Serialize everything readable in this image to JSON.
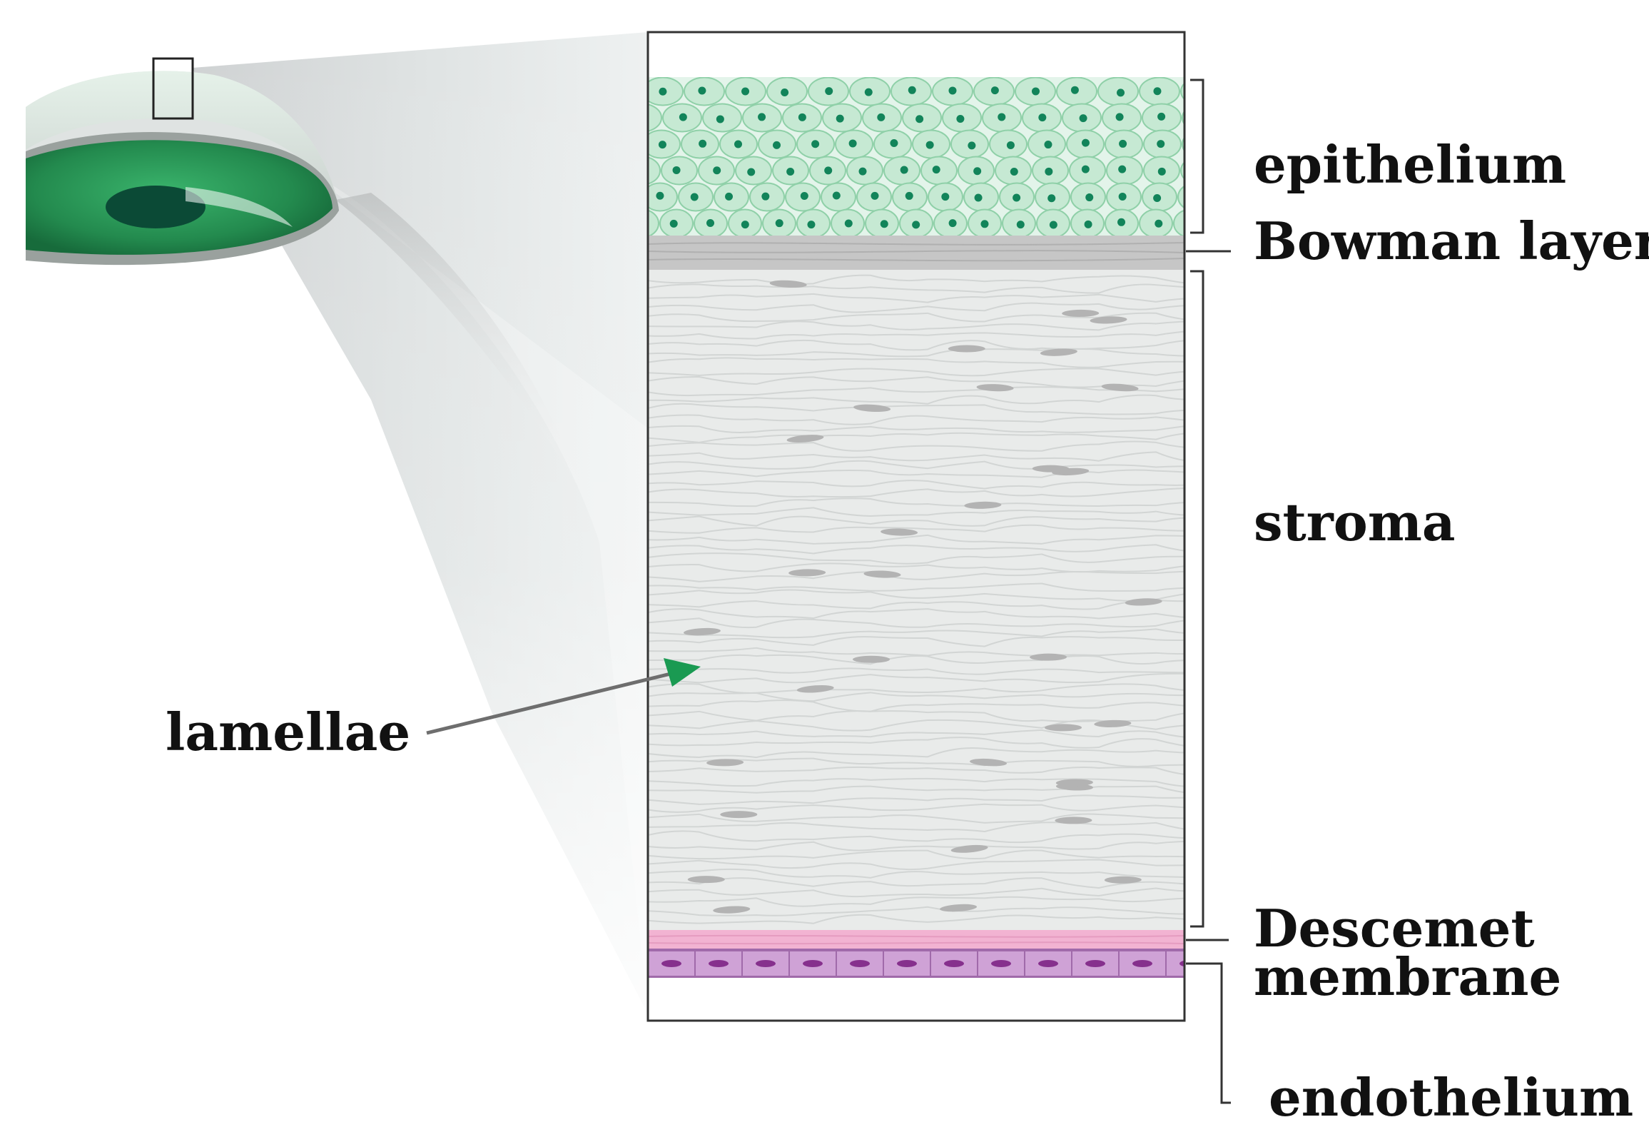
{
  "labels": {
    "epithelium": "epithelium",
    "bowman": "Bowman layer",
    "stroma": "stroma",
    "descemet_line1": "Descemet",
    "descemet_line2": "membrane",
    "endothelium": "endothelium",
    "lamellae": "lamellae"
  },
  "colors": {
    "epithelium_fill": "#c6e9d3",
    "epithelium_nucleus": "#12845a",
    "bowman": "#c4c4c4",
    "stroma_bg": "#e9ebea",
    "keratocyte": "#b3b3b3",
    "descemet": "#f2b3d2",
    "endothelium_fill": "#cfa2d6",
    "endothelium_nucleus": "#86308d",
    "iris": "#2e9a5a",
    "pupil": "#0b4a36",
    "arrow_head": "#1a9a52"
  },
  "icons": [
    "eye-illustration",
    "magnify-wedge",
    "callout-arrow"
  ]
}
